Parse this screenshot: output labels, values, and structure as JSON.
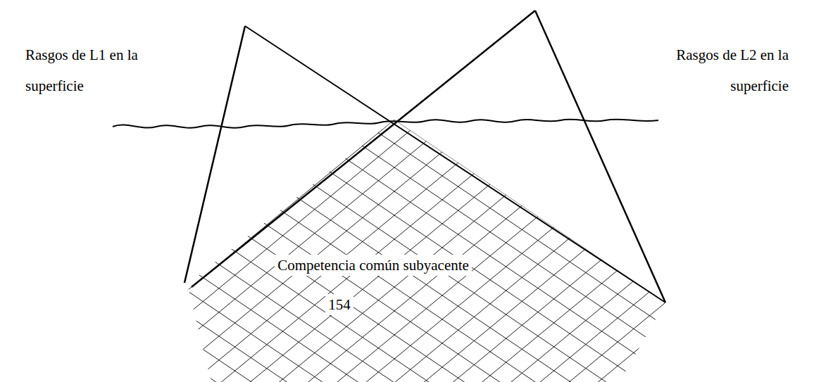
{
  "diagram": {
    "labels": [
      "Rasgos de L1 en la superficie",
      "Rasgos de L2 en la superficie",
      "Competencia común subyacente",
      "154"
    ]
  }
}
